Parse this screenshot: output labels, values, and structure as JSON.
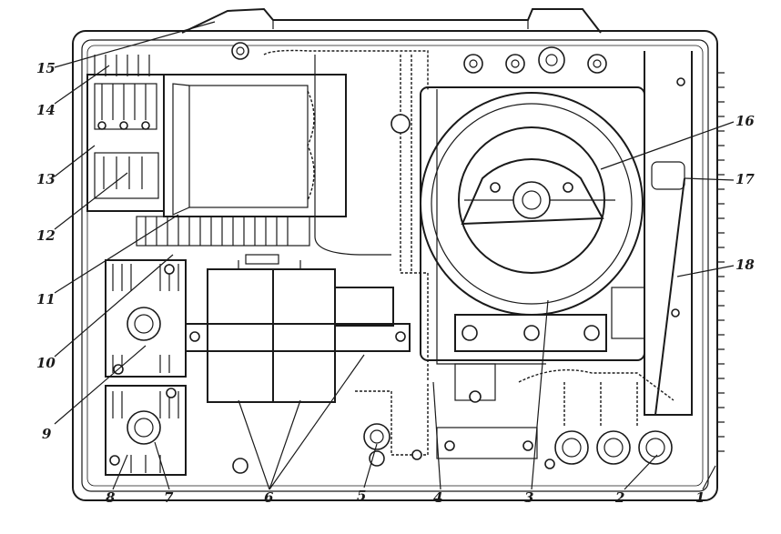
{
  "callouts": [
    {
      "id": "1",
      "text": "1"
    },
    {
      "id": "2",
      "text": "2"
    },
    {
      "id": "3",
      "text": "3"
    },
    {
      "id": "4",
      "text": "4"
    },
    {
      "id": "5",
      "text": "5"
    },
    {
      "id": "6",
      "text": "6"
    },
    {
      "id": "7",
      "text": "7"
    },
    {
      "id": "8",
      "text": "8"
    },
    {
      "id": "9",
      "text": "9"
    },
    {
      "id": "10",
      "text": "10"
    },
    {
      "id": "11",
      "text": "11"
    },
    {
      "id": "12",
      "text": "12"
    },
    {
      "id": "13",
      "text": "13"
    },
    {
      "id": "14",
      "text": "14"
    },
    {
      "id": "15",
      "text": "15"
    },
    {
      "id": "16",
      "text": "16"
    },
    {
      "id": "17",
      "text": "17"
    },
    {
      "id": "18",
      "text": "18"
    }
  ],
  "colors": {
    "ink": "#1a1a1a",
    "paper": "#ffffff"
  }
}
